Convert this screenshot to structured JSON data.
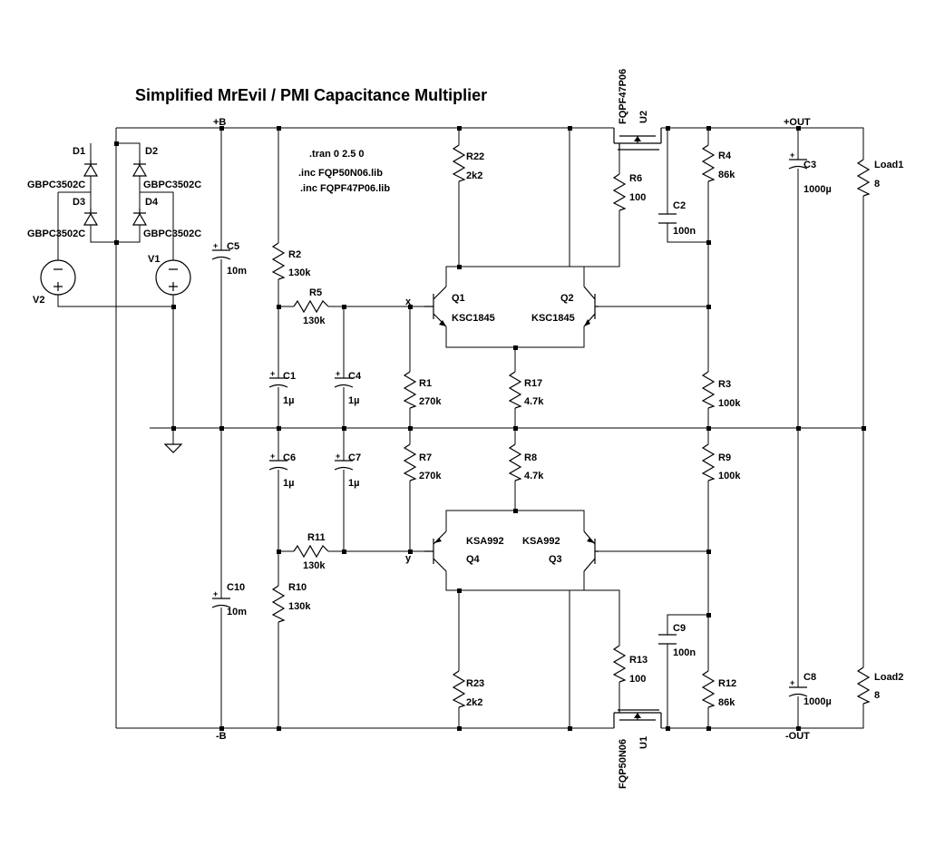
{
  "title": "Simplified MrEvil / PMI Capacitance Multiplier",
  "directives": [
    ".tran 0 2.5 0",
    ".inc FQP50N06.lib",
    ".inc FQPF47P06.lib"
  ],
  "nets": {
    "pos_b": "+B",
    "neg_b": "-B",
    "pos_out": "+OUT",
    "neg_out": "-OUT",
    "node_x": "x",
    "node_y": "y"
  },
  "parts": {
    "D1": {
      "ref": "D1",
      "value": "GBPC3502C"
    },
    "D2": {
      "ref": "D2",
      "value": "GBPC3502C"
    },
    "D3": {
      "ref": "D3",
      "value": "GBPC3502C"
    },
    "D4": {
      "ref": "D4",
      "value": "GBPC3502C"
    },
    "V1": {
      "ref": "V1"
    },
    "V2": {
      "ref": "V2"
    },
    "C5": {
      "ref": "C5",
      "value": "10m"
    },
    "C10": {
      "ref": "C10",
      "value": "10m"
    },
    "R2": {
      "ref": "R2",
      "value": "130k"
    },
    "R5": {
      "ref": "R5",
      "value": "130k"
    },
    "C1": {
      "ref": "C1",
      "value": "1µ"
    },
    "C4": {
      "ref": "C4",
      "value": "1µ"
    },
    "C6": {
      "ref": "C6",
      "value": "1µ"
    },
    "C7": {
      "ref": "C7",
      "value": "1µ"
    },
    "R11": {
      "ref": "R11",
      "value": "130k"
    },
    "R10": {
      "ref": "R10",
      "value": "130k"
    },
    "R1": {
      "ref": "R1",
      "value": "270k"
    },
    "R7": {
      "ref": "R7",
      "value": "270k"
    },
    "R22": {
      "ref": "R22",
      "value": "2k2"
    },
    "R23": {
      "ref": "R23",
      "value": "2k2"
    },
    "Q1": {
      "ref": "Q1",
      "value": "KSC1845"
    },
    "Q2": {
      "ref": "Q2",
      "value": "KSC1845"
    },
    "Q3": {
      "ref": "Q3",
      "value": "KSA992"
    },
    "Q4": {
      "ref": "Q4",
      "value": "KSA992"
    },
    "R17": {
      "ref": "R17",
      "value": "4.7k"
    },
    "R8": {
      "ref": "R8",
      "value": "4.7k"
    },
    "R6": {
      "ref": "R6",
      "value": "100"
    },
    "R13": {
      "ref": "R13",
      "value": "100"
    },
    "U2": {
      "ref": "U2",
      "value": "FQPF47P06"
    },
    "U1": {
      "ref": "U1",
      "value": "FQP50N06"
    },
    "C2": {
      "ref": "C2",
      "value": "100n"
    },
    "C9": {
      "ref": "C9",
      "value": "100n"
    },
    "R4": {
      "ref": "R4",
      "value": "86k"
    },
    "R12": {
      "ref": "R12",
      "value": "86k"
    },
    "R3": {
      "ref": "R3",
      "value": "100k"
    },
    "R9": {
      "ref": "R9",
      "value": "100k"
    },
    "C3": {
      "ref": "C3",
      "value": "1000µ"
    },
    "C8": {
      "ref": "C8",
      "value": "1000µ"
    },
    "Load1": {
      "ref": "Load1",
      "value": "8"
    },
    "Load2": {
      "ref": "Load2",
      "value": "8"
    }
  }
}
